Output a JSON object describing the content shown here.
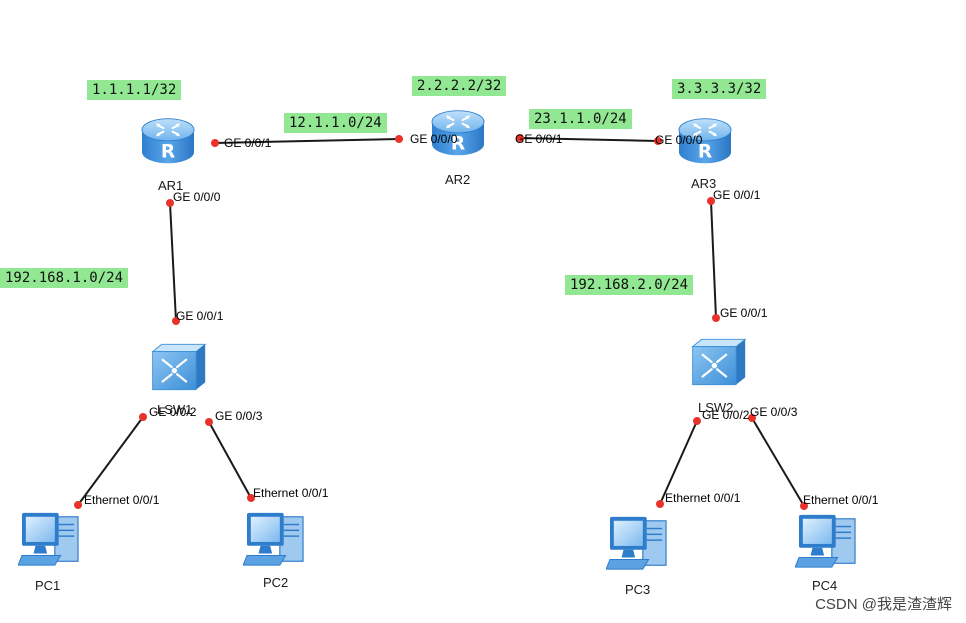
{
  "colors": {
    "link": "#1a1a1a",
    "port_dot": "#e8332a",
    "subnet_bg": "#92e892",
    "router_blue": "#3f8fd6",
    "pc_blue": "#2e7ccc"
  },
  "devices": [
    {
      "id": "ar1",
      "type": "router",
      "label": "AR1"
    },
    {
      "id": "ar2",
      "type": "router",
      "label": "AR2"
    },
    {
      "id": "ar3",
      "type": "router",
      "label": "AR3"
    },
    {
      "id": "lsw1",
      "type": "switch",
      "label": "LSW1"
    },
    {
      "id": "lsw2",
      "type": "switch",
      "label": "LSW2"
    },
    {
      "id": "pc1",
      "type": "pc",
      "label": "PC1"
    },
    {
      "id": "pc2",
      "type": "pc",
      "label": "PC2"
    },
    {
      "id": "pc3",
      "type": "pc",
      "label": "PC3"
    },
    {
      "id": "pc4",
      "type": "pc",
      "label": "PC4"
    }
  ],
  "links": [
    {
      "from": "ar1",
      "to": "ar2",
      "from_port": "GE 0/0/1",
      "to_port": "GE 0/0/0"
    },
    {
      "from": "ar2",
      "to": "ar3",
      "from_port": "GE 0/0/1",
      "to_port": "GE 0/0/0"
    },
    {
      "from": "ar1",
      "to": "lsw1",
      "from_port": "GE 0/0/0",
      "to_port": "GE 0/0/1"
    },
    {
      "from": "ar3",
      "to": "lsw2",
      "from_port": "GE 0/0/1",
      "to_port": "GE 0/0/1"
    },
    {
      "from": "lsw1",
      "to": "pc1",
      "from_port": "GE 0/0/2",
      "to_port": "Ethernet 0/0/1"
    },
    {
      "from": "lsw1",
      "to": "pc2",
      "from_port": "GE 0/0/3",
      "to_port": "Ethernet 0/0/1"
    },
    {
      "from": "lsw2",
      "to": "pc3",
      "from_port": "GE 0/0/2",
      "to_port": "Ethernet 0/0/1"
    },
    {
      "from": "lsw2",
      "to": "pc4",
      "from_port": "GE 0/0/3",
      "to_port": "Ethernet 0/0/1"
    }
  ],
  "subnets": [
    {
      "id": "lo-ar1",
      "text": "1.1.1.1/32"
    },
    {
      "id": "lo-ar2",
      "text": "2.2.2.2/32"
    },
    {
      "id": "lo-ar3",
      "text": "3.3.3.3/32"
    },
    {
      "id": "net-ar1-ar2",
      "text": "12.1.1.0/24"
    },
    {
      "id": "net-ar2-ar3",
      "text": "23.1.1.0/24"
    },
    {
      "id": "net-lan1",
      "text": "192.168.1.0/24"
    },
    {
      "id": "net-lan2",
      "text": "192.168.2.0/24"
    }
  ],
  "watermark": "CSDN @我是渣渣辉"
}
